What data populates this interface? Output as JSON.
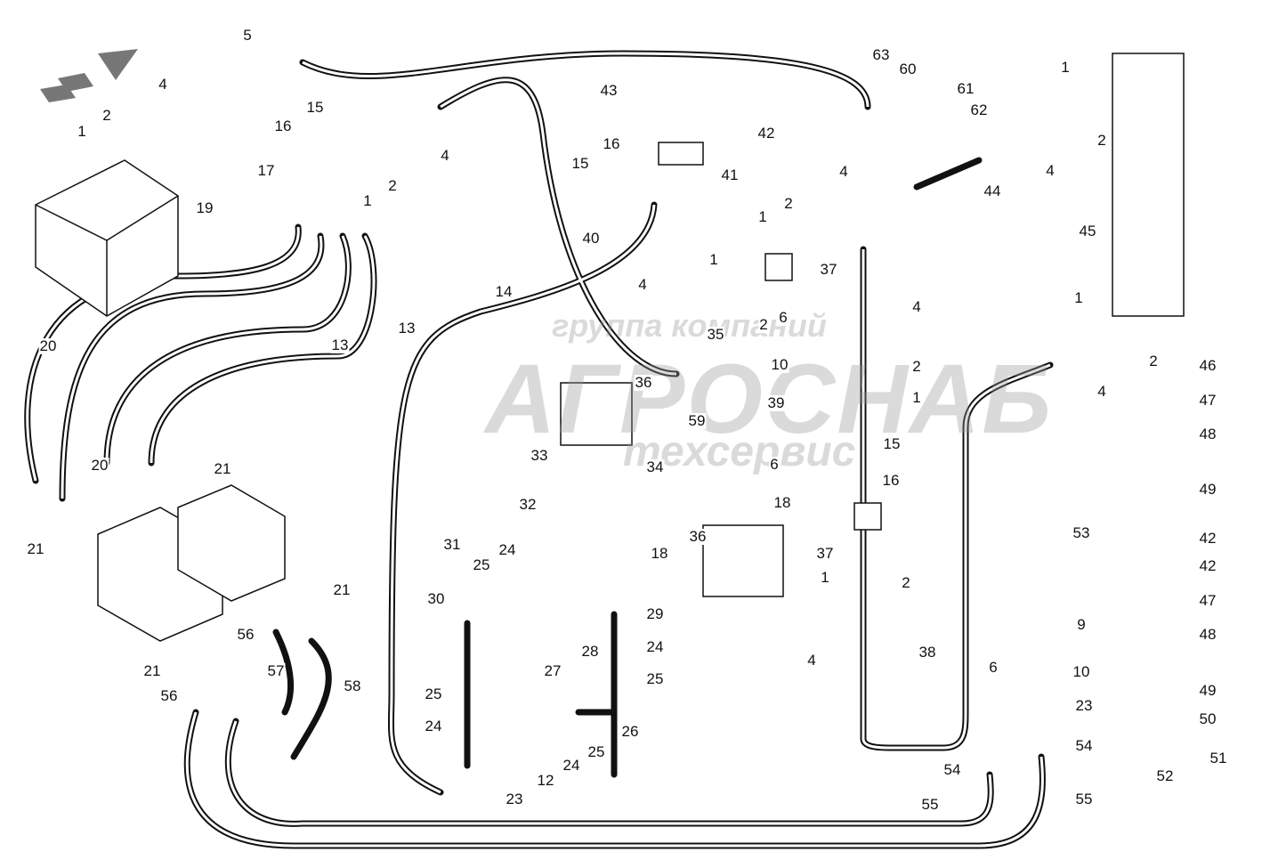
{
  "watermark": {
    "line1": "группа компаний",
    "line2": "АГРОСНАБ",
    "line3": "техсервис"
  },
  "callouts": [
    "5",
    "4",
    "2",
    "1",
    "15",
    "16",
    "4",
    "2",
    "1",
    "17",
    "19",
    "40",
    "14",
    "13",
    "13",
    "20",
    "20",
    "21",
    "21",
    "21",
    "21",
    "56",
    "56",
    "57",
    "58",
    "43",
    "42",
    "16",
    "15",
    "41",
    "63",
    "60",
    "61",
    "62",
    "1",
    "2",
    "4",
    "44",
    "4",
    "2",
    "1",
    "45",
    "37",
    "1",
    "4",
    "2",
    "6",
    "35",
    "10",
    "4",
    "2",
    "1",
    "36",
    "59",
    "39",
    "1",
    "2",
    "4",
    "46",
    "47",
    "48",
    "49",
    "42",
    "42",
    "47",
    "48",
    "49",
    "50",
    "51",
    "52",
    "33",
    "34",
    "6",
    "18",
    "15",
    "16",
    "32",
    "31",
    "18",
    "36",
    "37",
    "1",
    "2",
    "53",
    "9",
    "10",
    "24",
    "25",
    "30",
    "29",
    "28",
    "27",
    "24",
    "25",
    "4",
    "38",
    "6",
    "23",
    "54",
    "54",
    "55",
    "55",
    "25",
    "24",
    "26",
    "25",
    "24",
    "12",
    "23"
  ]
}
